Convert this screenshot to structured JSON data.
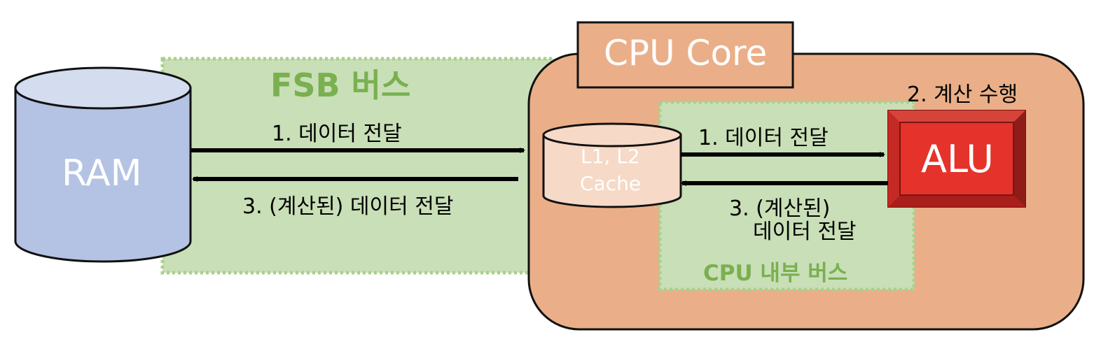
{
  "fsb_bus": {
    "label": "FSB 버스",
    "color": "#7ab050",
    "fill": "#c9dfb7"
  },
  "ram": {
    "label": "RAM",
    "color_top": "#d4dcef",
    "color_body": "#b4c3e3"
  },
  "cpu_core": {
    "label": "CPU Core",
    "fill": "#eaaf88"
  },
  "internal_bus": {
    "label": "CPU 내부 버스",
    "color": "#7ab050"
  },
  "cache": {
    "line1": "L1, L2",
    "line2": "Cache",
    "fill": "#f6d9c6"
  },
  "alu": {
    "label": "ALU",
    "caption": "2. 계산 수행",
    "fill": "#e5322a",
    "border": "#a81f1c"
  },
  "edges": {
    "ram_to_cache": "1. 데이터 전달",
    "cache_to_ram": "3. (계산된) 데이터 전달",
    "cache_to_alu": "1. 데이터 전달",
    "alu_to_cache_line1": "3. (계산된)",
    "alu_to_cache_line2": "데이터 전달"
  }
}
